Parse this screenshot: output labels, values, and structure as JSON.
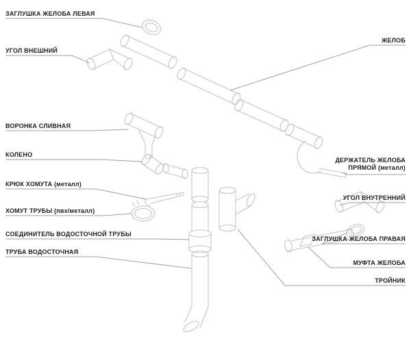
{
  "diagram": {
    "background_color": "#ffffff",
    "artwork_color": "#bfc5cc",
    "leader_color": "#9aa0a6",
    "label_color": "#1c1c1c",
    "labels_left": [
      {
        "text": "ЗАГЛУШКА ЖЕЛОБА ЛЕВАЯ"
      },
      {
        "text": "УГОЛ ВНЕШНИЙ"
      },
      {
        "text": "ВОРОНКА СЛИВНАЯ"
      },
      {
        "text": "КОЛЕНО"
      },
      {
        "text": "КРЮК ХОМУТА (металл)"
      },
      {
        "text": "ХОМУТ ТРУБЫ (пвх/металл)"
      },
      {
        "text": "СОЕДИНИТЕЛЬ ВОДОСТОЧНОЙ ТРУБЫ"
      },
      {
        "text": "ТРУБА ВОДОСТОЧНАЯ"
      }
    ],
    "labels_right": [
      {
        "text": "ЖЕЛОБ"
      },
      {
        "text": "ДЕРЖАТЕЛЬ ЖЕЛОБА ПРЯМОЙ (металл)"
      },
      {
        "text": "УГОЛ ВНУТРЕННИЙ"
      },
      {
        "text": "ЗАГЛУШКА ЖЕЛОБА ПРАВАЯ"
      },
      {
        "text": "МУФТА ЖЕЛОБА"
      },
      {
        "text": "ТРОЙНИК"
      }
    ]
  }
}
